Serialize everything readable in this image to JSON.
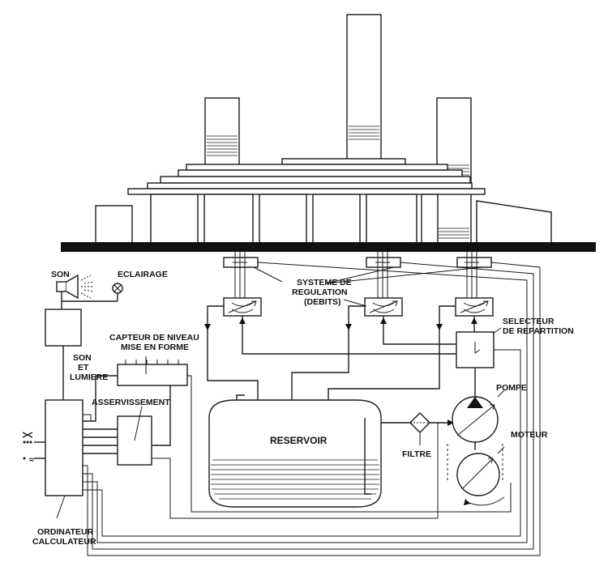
{
  "labels": {
    "son": "SON",
    "eclairage": "ECLAIRAGE",
    "systeme_line1": "SYSTEME DE",
    "systeme_line2": "REGULATION",
    "systeme_line3": "(DEBITS)",
    "selecteur_line1": "SELECTEUR",
    "selecteur_line2": "DE REPARTITION",
    "son_lumiere_line1": "SON",
    "son_lumiere_line2": "ET",
    "son_lumiere_line3": "LUMIERE",
    "capteur_line1": "CAPTEUR DE NIVEAU",
    "capteur_line2": "MISE EN FORME",
    "asservissement": "ASSERVISSEMENT",
    "pompe": "POMPE",
    "moteur": "MOTEUR",
    "reservoir": "RESERVOIR",
    "filtre": "FILTRE",
    "ordinateur_line1": "ORDINATEUR",
    "ordinateur_line2": "CALCULATEUR"
  },
  "input_symbols": {
    "power_symbol": "≈"
  }
}
